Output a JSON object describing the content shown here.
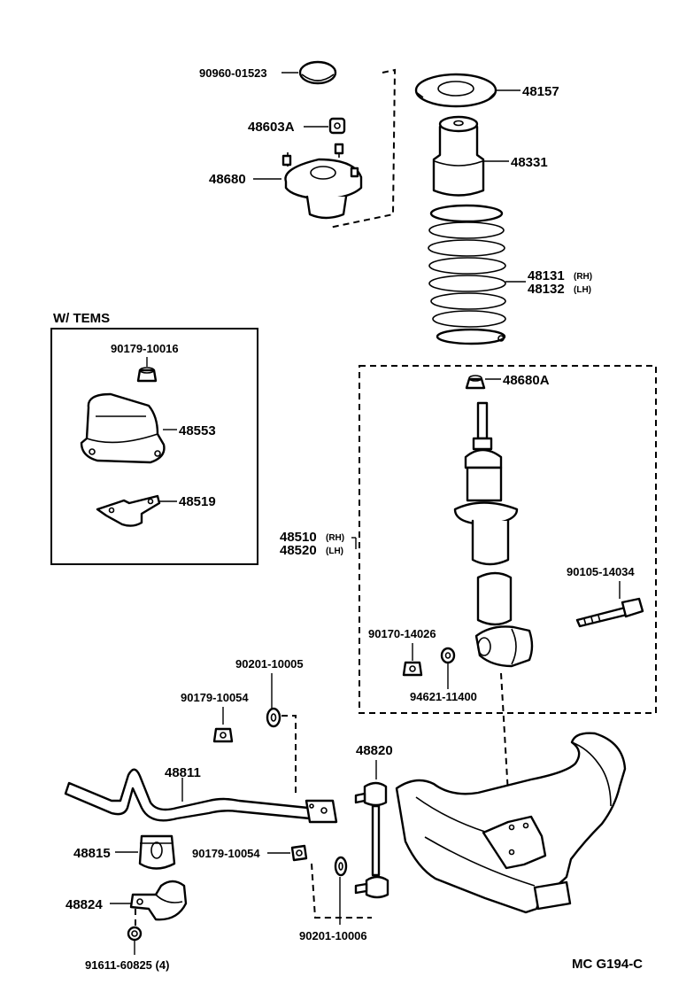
{
  "diagram": {
    "code": "MC G194-C",
    "box_tems_title": "W/ TEMS",
    "parts": {
      "p_90960": "90960-01523",
      "p_48157": "48157",
      "p_48603A": "48603A",
      "p_48331": "48331",
      "p_48680": "48680",
      "p_48131": "48131",
      "p_48131_side": "(RH)",
      "p_48132": "48132",
      "p_48132_side": "(LH)",
      "p_90179_10016": "90179-10016",
      "p_48553": "48553",
      "p_48519": "48519",
      "p_48680A": "48680A",
      "p_48510": "48510",
      "p_48510_side": "(RH)",
      "p_48520": "48520",
      "p_48520_side": "(LH)",
      "p_90105": "90105-14034",
      "p_90170": "90170-14026",
      "p_94621": "94621-11400",
      "p_90201_top": "90201-10005",
      "p_90179_10054_top": "90179-10054",
      "p_48820": "48820",
      "p_48811": "48811",
      "p_48815": "48815",
      "p_90179_10054_mid": "90179-10054",
      "p_48824": "48824",
      "p_90201_bottom": "90201-10006",
      "p_91611": "91611-60825 (4)"
    }
  }
}
